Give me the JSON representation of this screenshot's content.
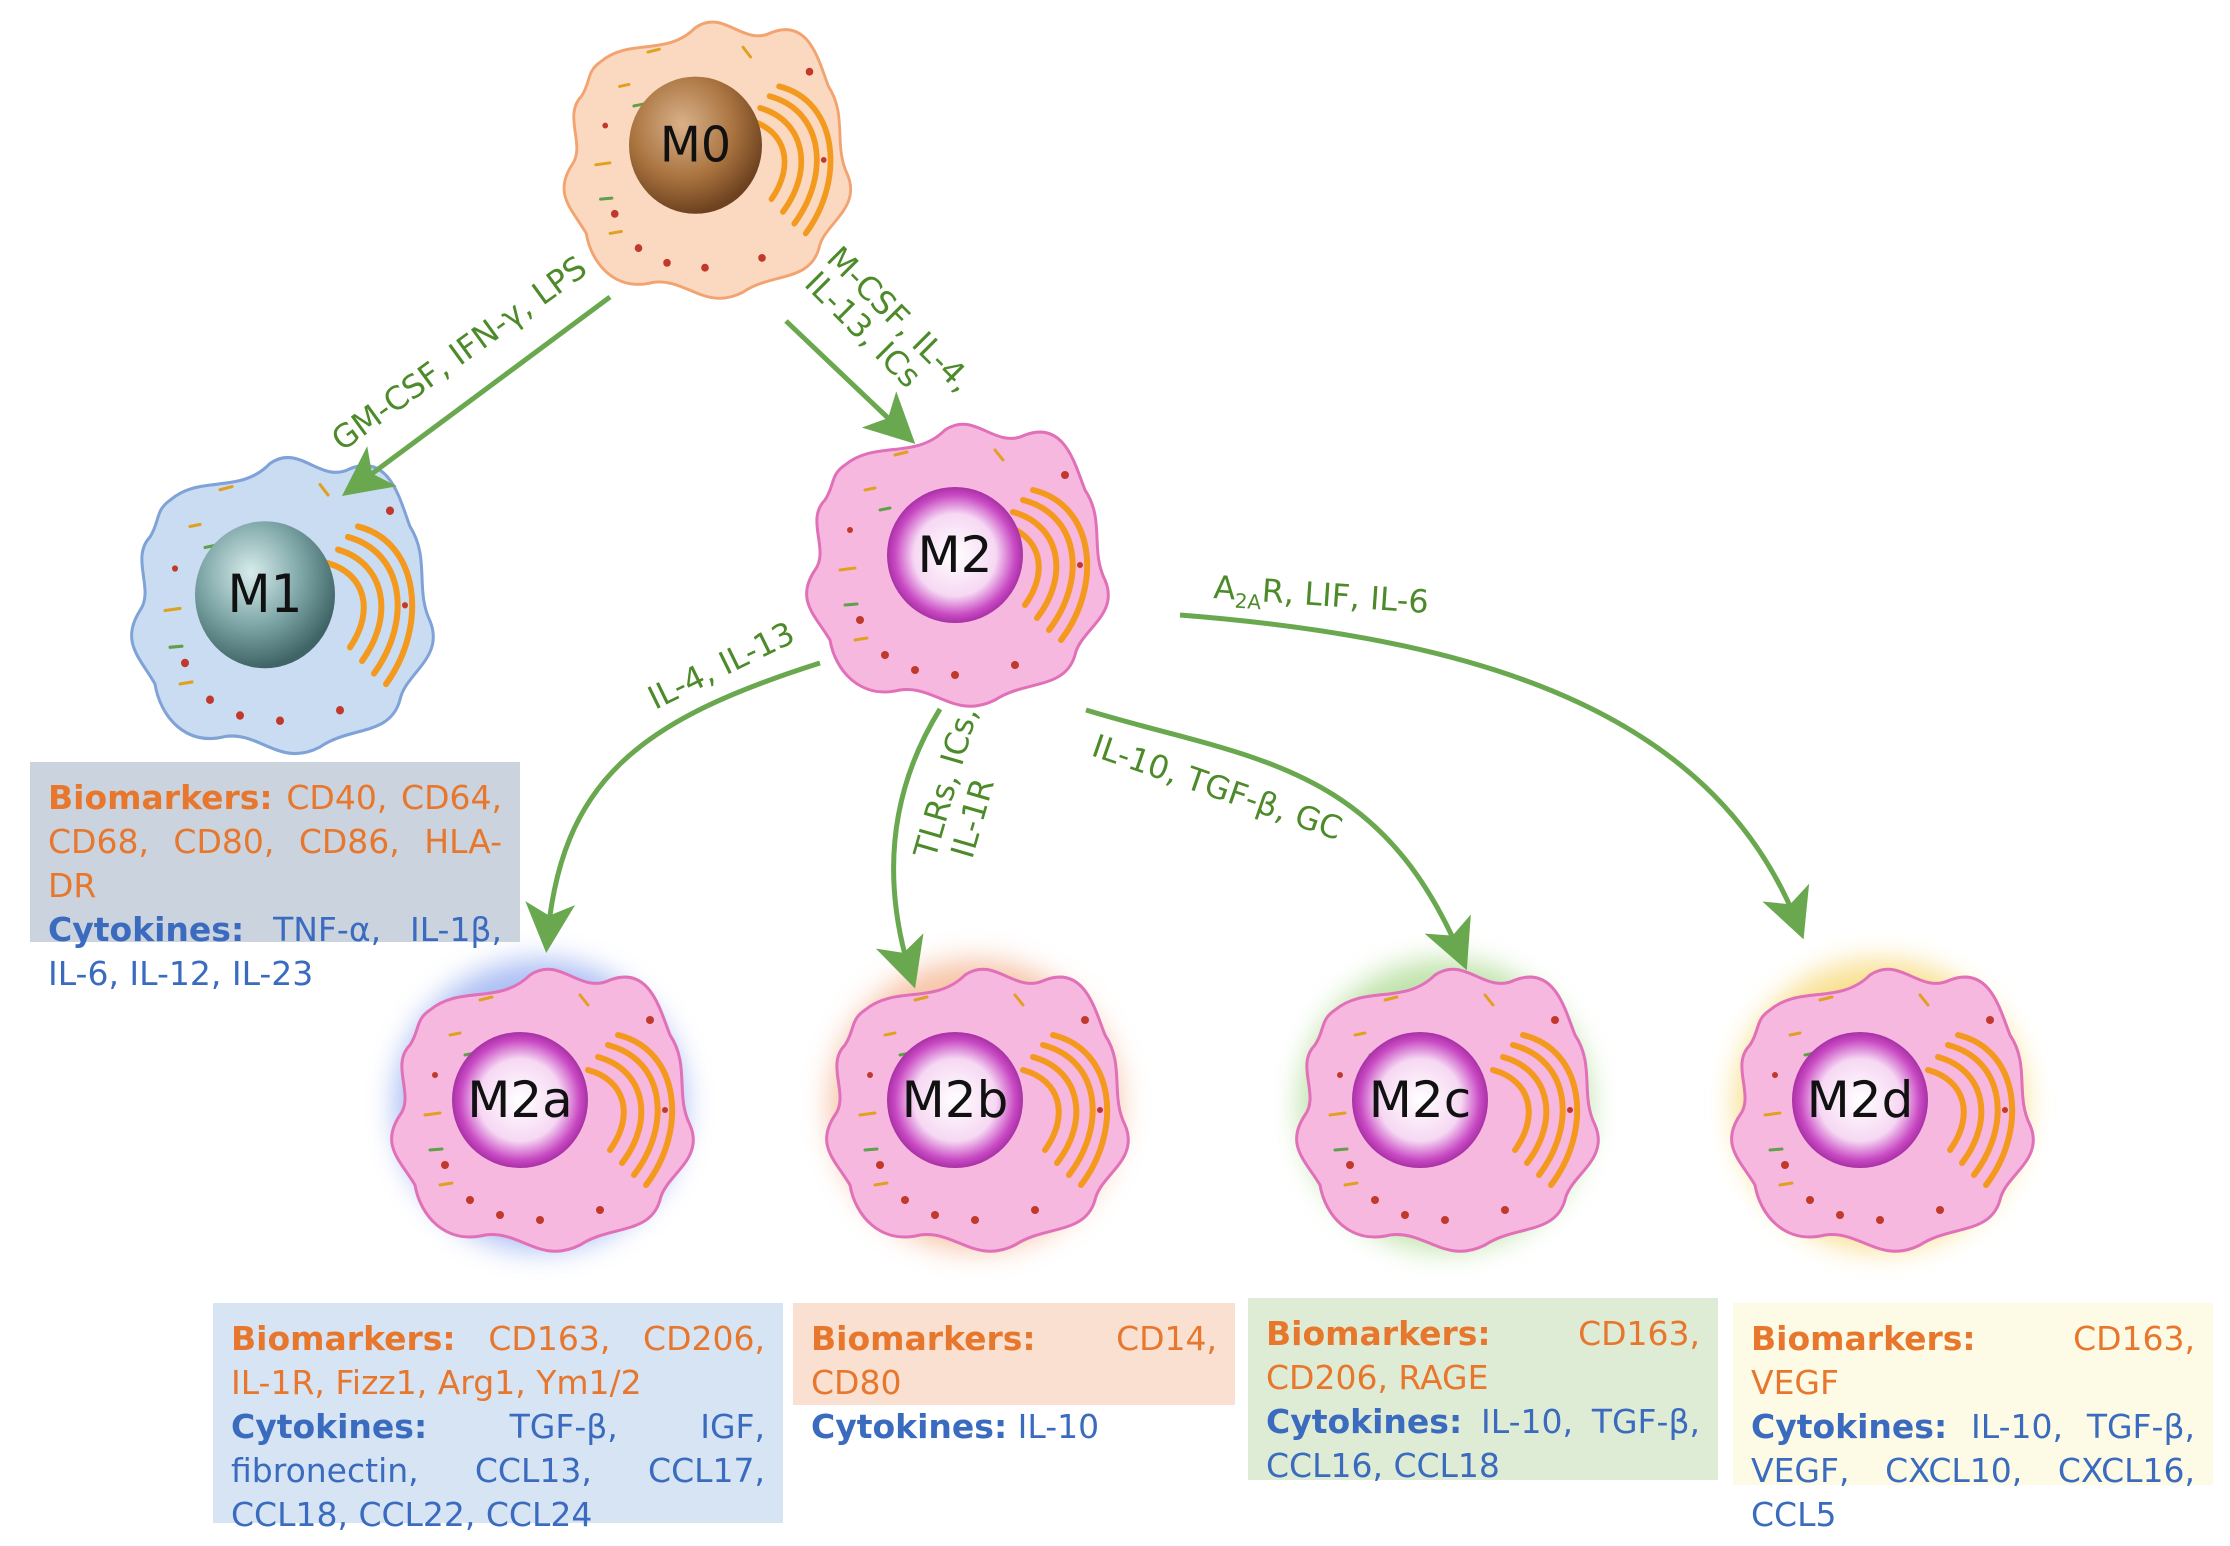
{
  "colors": {
    "arrow": "#6aa84f",
    "label": "#4c8a2a",
    "biomarker": "#e8772e",
    "cytokine": "#3a6bbf",
    "m0_body": "#fbd9c0",
    "m1_body": "#c9dcf2",
    "m2_body": "#f7b8e0",
    "glow_m2a": "#8fa8f0",
    "glow_m2b": "#f4b08a",
    "glow_m2c": "#a9d98c",
    "glow_m2d": "#f7d56a"
  },
  "cells": {
    "m0": "M0",
    "m1": "M1",
    "m2": "M2",
    "m2a": "M2a",
    "m2b": "M2b",
    "m2c": "M2c",
    "m2d": "M2d"
  },
  "arrows": {
    "m0_m1": "GM-CSF, IFN-γ, LPS",
    "m0_m2_line1": "M-CSF,   IL-4,",
    "m0_m2_line2": "IL-13, ICs",
    "m2_m2a": "IL-4, IL-13",
    "m2_m2b_line1": "TLRs, ICs,",
    "m2_m2b_line2": "IL-1R",
    "m2_m2c": "IL-10, TGF-β, GC",
    "m2_m2d_a": "A",
    "m2_m2d_sub": "2A",
    "m2_m2d_rest": "R, LIF, IL-6"
  },
  "boxes": {
    "m1": {
      "bio_key": "Biomarkers:",
      "bio_val": "CD40,  CD64, CD68, CD80, CD86, HLA-DR",
      "cyt_key": "Cytokines:",
      "cyt_val": "TNF-α, IL-1β, IL-6, IL-12, IL-23"
    },
    "m2a": {
      "bio_key": "Biomarkers:",
      "bio_val": "CD163, CD206, IL-1R, Fizz1, Arg1, Ym1/2",
      "cyt_key": "Cytokines:",
      "cyt_val": "TGF-β, IGF, fibronectin, CCL13,  CCL17,  CCL18,  CCL22, CCL24"
    },
    "m2b": {
      "bio_key": "Biomarkers:",
      "bio_val": "CD14, CD80",
      "cyt_key": "Cytokines:",
      "cyt_val": "IL-10"
    },
    "m2c": {
      "bio_key": "Biomarkers:",
      "bio_val": "CD163, CD206, RAGE",
      "cyt_key": "Cytokines:",
      "cyt_val": "IL-10,  TGF-β, CCL16, CCL18"
    },
    "m2d": {
      "bio_key": "Biomarkers:",
      "bio_val": "CD163,   VEGF",
      "cyt_key": "Cytokines:",
      "cyt_val": "IL-10,  TGF-β, VEGF,  CXCL10,  CXCL16, CCL5"
    }
  }
}
